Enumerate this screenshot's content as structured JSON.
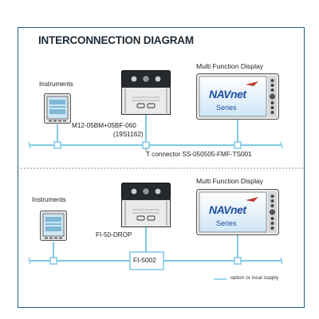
{
  "title": "INTERCONNECTION DIAGRAM",
  "top": {
    "instruments_label": "Instruments",
    "mfd_label": "Multi Function Display",
    "cable_label": "M12-05BM+05BF-060",
    "cable_code": "(19S1162)",
    "connector_label": "T connector SS-050505-FMF-TS001"
  },
  "bottom": {
    "instruments_label": "Instruments",
    "mfd_label": "Multi Function Display",
    "drop_label": "FI-50-DROP",
    "junction_label": "FI-5002"
  },
  "display": {
    "brand": "NAVnet",
    "series": "Series"
  },
  "legend": {
    "text": "option or local supply"
  },
  "colors": {
    "frame": "#1b5f87",
    "backbone": "#7fc8e6",
    "device_dark": "#262a2e",
    "device_light": "#e9eaeb",
    "screen": "#dcedf8",
    "brand_blue": "#1f4fa0"
  }
}
